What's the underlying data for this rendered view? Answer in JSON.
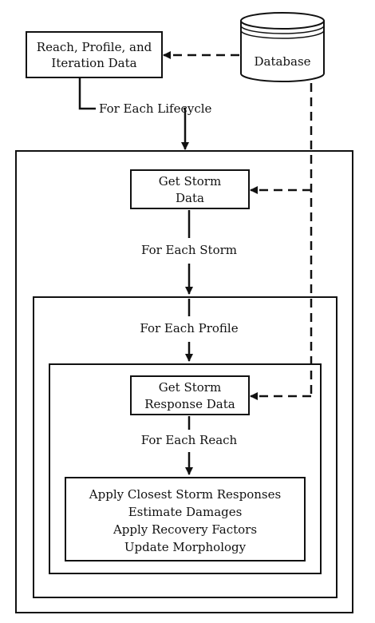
{
  "diagram": {
    "database": {
      "label": "Database"
    },
    "data_box": {
      "lines": [
        "Reach, Profile, and",
        "Iteration Data"
      ]
    },
    "storm_data_box": {
      "lines": [
        "Get Storm",
        "Data"
      ]
    },
    "storm_response_box": {
      "lines": [
        "Get Storm",
        "Response Data"
      ]
    },
    "actions_box": {
      "lines": [
        "Apply Closest Storm Responses",
        "Estimate Damages",
        "Apply Recovery Factors",
        "Update Morphology"
      ]
    },
    "loop_labels": {
      "lifecycle": "For Each Lifecycle",
      "storm": "For Each Storm",
      "profile": "For Each Profile",
      "reach": "For Each Reach"
    }
  }
}
